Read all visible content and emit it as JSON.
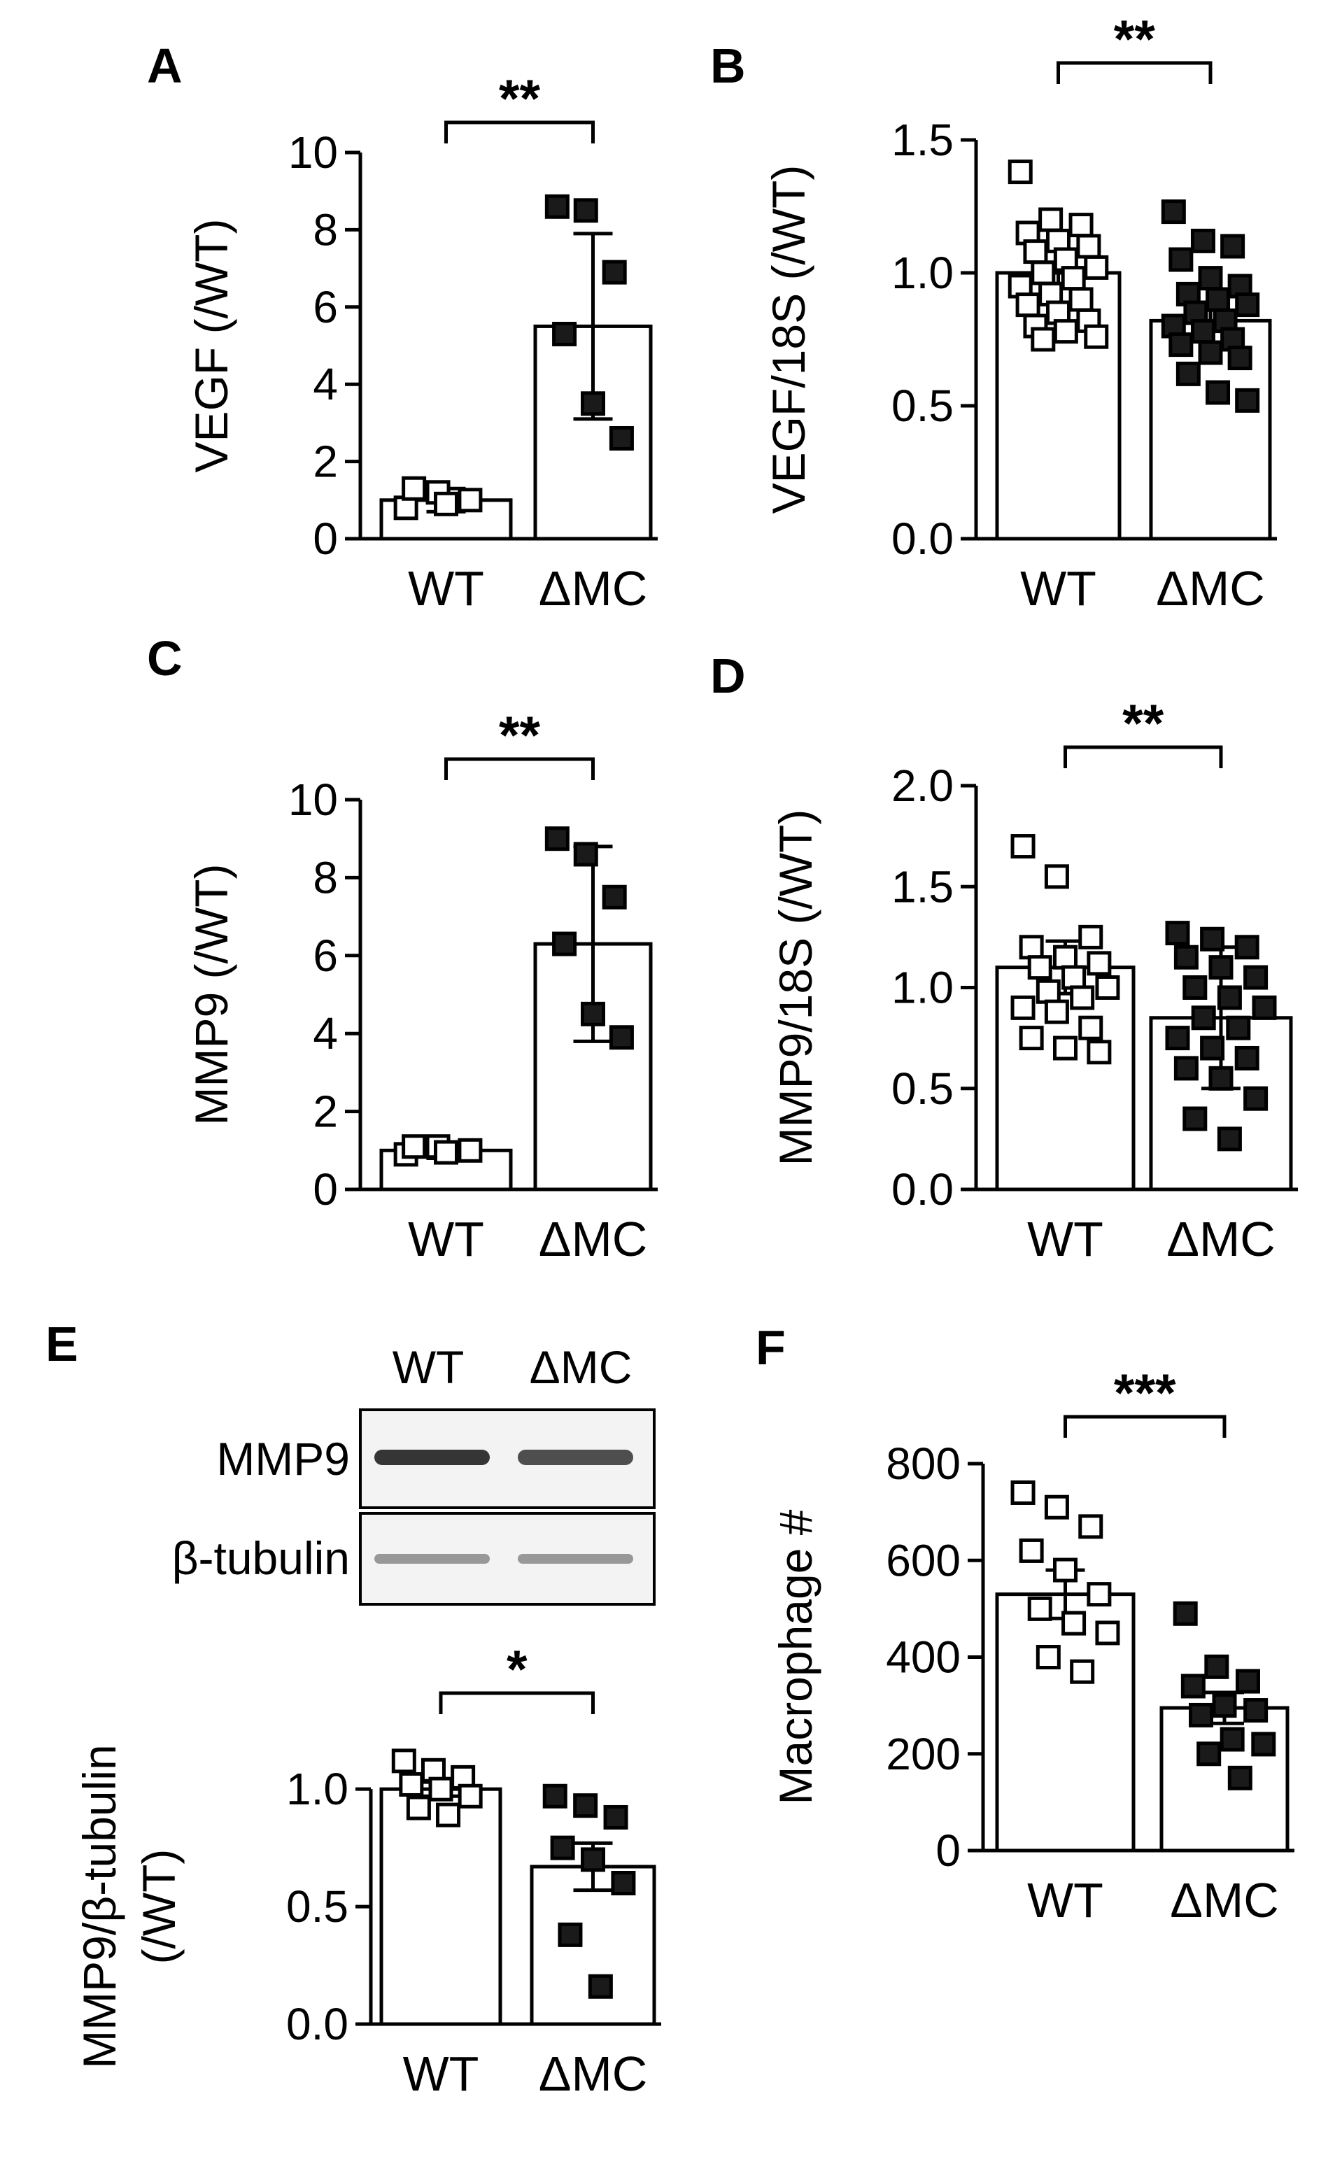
{
  "figure": {
    "blot_header": [
      "WT",
      "ΔMC"
    ]
  },
  "blot": {
    "bands": [
      {
        "label": "MMP9",
        "intensity": [
          0.95,
          0.82
        ]
      },
      {
        "label": "β-tubulin",
        "intensity": [
          0.45,
          0.45
        ]
      }
    ]
  },
  "colors": {
    "wt_marker": "#ffffff",
    "mc_marker": "#1a1a1a",
    "axis": "#000000",
    "blot_band": "#2a2a2a"
  },
  "chart_data": [
    {
      "panel": "A",
      "type": "bar",
      "categories": [
        "WT",
        "ΔMC"
      ],
      "ylabel": "VEGF (/WT)",
      "ylim": [
        0,
        10
      ],
      "yticks": [
        "0",
        "2",
        "4",
        "6",
        "8",
        "10"
      ],
      "bar_values": [
        1.0,
        5.5
      ],
      "error": [
        0.3,
        2.4
      ],
      "significance": "**",
      "points": [
        [
          0.8,
          1.2,
          1.0,
          1.3,
          0.9
        ],
        [
          8.6,
          8.5,
          6.9,
          5.3,
          3.5,
          2.6
        ]
      ]
    },
    {
      "panel": "B",
      "type": "bar",
      "categories": [
        "WT",
        "ΔMC"
      ],
      "ylabel": "VEGF/18S (/WT)",
      "ylim": [
        0,
        1.5
      ],
      "yticks": [
        "0.0",
        "0.5",
        "1.0",
        "1.5"
      ],
      "bar_values": [
        1.0,
        0.82
      ],
      "error": [
        0.04,
        0.04
      ],
      "significance": "**",
      "points": [
        [
          1.38,
          1.2,
          1.18,
          1.15,
          1.12,
          1.1,
          1.08,
          1.05,
          1.02,
          1.0,
          0.98,
          0.95,
          0.92,
          0.9,
          0.88,
          0.85,
          0.82,
          0.8,
          0.78,
          0.76,
          0.75
        ],
        [
          1.23,
          1.12,
          1.1,
          1.05,
          0.98,
          0.95,
          0.92,
          0.9,
          0.88,
          0.85,
          0.82,
          0.8,
          0.78,
          0.75,
          0.73,
          0.7,
          0.68,
          0.62,
          0.55,
          0.52
        ]
      ]
    },
    {
      "panel": "C",
      "type": "bar",
      "categories": [
        "WT",
        "ΔMC"
      ],
      "ylabel": "MMP9 (/WT)",
      "ylim": [
        0,
        10
      ],
      "yticks": [
        "0",
        "2",
        "4",
        "6",
        "8",
        "10"
      ],
      "bar_values": [
        1.0,
        6.3
      ],
      "error": [
        0.2,
        2.5
      ],
      "significance": "**",
      "points": [
        [
          0.9,
          1.1,
          1.0,
          1.1,
          0.95
        ],
        [
          9.0,
          8.6,
          7.5,
          6.3,
          4.5,
          3.9
        ]
      ]
    },
    {
      "panel": "D",
      "type": "bar",
      "categories": [
        "WT",
        "ΔMC"
      ],
      "ylabel": "MMP9/18S (/WT)",
      "ylim": [
        0,
        2.0
      ],
      "yticks": [
        "0.0",
        "0.5",
        "1.0",
        "1.5",
        "2.0"
      ],
      "bar_values": [
        1.1,
        0.85
      ],
      "error": [
        0.13,
        0.35
      ],
      "significance": "**",
      "points": [
        [
          1.7,
          1.55,
          1.25,
          1.2,
          1.15,
          1.12,
          1.1,
          1.05,
          1.0,
          0.98,
          0.95,
          0.9,
          0.88,
          0.8,
          0.75,
          0.7,
          0.68
        ],
        [
          1.27,
          1.24,
          1.2,
          1.15,
          1.1,
          1.05,
          1.0,
          0.95,
          0.9,
          0.85,
          0.8,
          0.75,
          0.7,
          0.65,
          0.6,
          0.55,
          0.45,
          0.35,
          0.25
        ]
      ]
    },
    {
      "panel": "E",
      "type": "bar",
      "categories": [
        "WT",
        "ΔMC"
      ],
      "ylabel": "MMP9/β-tubulin",
      "ylabel2": "(/WT)",
      "ylim": [
        0,
        1.2
      ],
      "yticks": [
        "0.0",
        "0.5",
        "1.0"
      ],
      "bar_values": [
        1.0,
        0.67
      ],
      "error": [
        0.03,
        0.1
      ],
      "significance": "*",
      "points": [
        [
          1.12,
          1.08,
          1.05,
          1.02,
          1.0,
          0.97,
          0.92,
          0.89
        ],
        [
          0.97,
          0.93,
          0.88,
          0.75,
          0.7,
          0.6,
          0.38,
          0.16
        ]
      ]
    },
    {
      "panel": "F",
      "type": "bar",
      "categories": [
        "WT",
        "ΔMC"
      ],
      "ylabel": "Macrophage #",
      "ylim": [
        0,
        800
      ],
      "yticks": [
        "0",
        "200",
        "400",
        "600",
        "800"
      ],
      "bar_values": [
        530,
        295
      ],
      "error": [
        50,
        32
      ],
      "significance": "***",
      "points": [
        [
          740,
          710,
          670,
          620,
          580,
          530,
          500,
          470,
          450,
          400,
          370
        ],
        [
          490,
          380,
          350,
          340,
          300,
          290,
          280,
          230,
          220,
          200,
          150
        ]
      ]
    }
  ]
}
